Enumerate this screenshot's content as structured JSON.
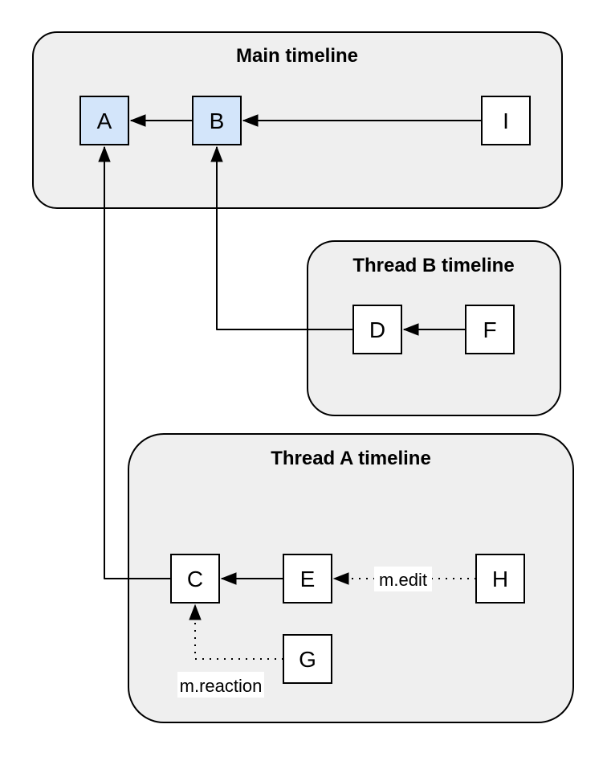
{
  "containers": {
    "main": {
      "title": "Main timeline"
    },
    "thread_b": {
      "title": "Thread B timeline"
    },
    "thread_a": {
      "title": "Thread A timeline"
    }
  },
  "nodes": {
    "a": {
      "label": "A",
      "highlighted": true
    },
    "b": {
      "label": "B",
      "highlighted": true
    },
    "i": {
      "label": "I",
      "highlighted": false
    },
    "d": {
      "label": "D",
      "highlighted": false
    },
    "f": {
      "label": "F",
      "highlighted": false
    },
    "c": {
      "label": "C",
      "highlighted": false
    },
    "e": {
      "label": "E",
      "highlighted": false
    },
    "h": {
      "label": "H",
      "highlighted": false
    },
    "g": {
      "label": "G",
      "highlighted": false
    }
  },
  "edges": [
    {
      "from": "B",
      "to": "A",
      "style": "solid",
      "label": ""
    },
    {
      "from": "I",
      "to": "B",
      "style": "solid",
      "label": ""
    },
    {
      "from": "F",
      "to": "D",
      "style": "solid",
      "label": ""
    },
    {
      "from": "D",
      "to": "B",
      "style": "solid",
      "label": ""
    },
    {
      "from": "E",
      "to": "C",
      "style": "solid",
      "label": ""
    },
    {
      "from": "C",
      "to": "A",
      "style": "solid",
      "label": ""
    },
    {
      "from": "H",
      "to": "E",
      "style": "dotted",
      "label": "m.edit"
    },
    {
      "from": "G",
      "to": "C",
      "style": "dotted",
      "label": "m.reaction"
    }
  ],
  "colors": {
    "page_bg": "#ffffff",
    "container_fill": "#efefef",
    "container_stroke": "#000000",
    "node_fill": "#ffffff",
    "node_fill_highlight": "#d3e5fa",
    "node_stroke": "#000000",
    "edge_stroke": "#000000",
    "edge_label_bg": "#ffffff",
    "text": "#000000"
  }
}
